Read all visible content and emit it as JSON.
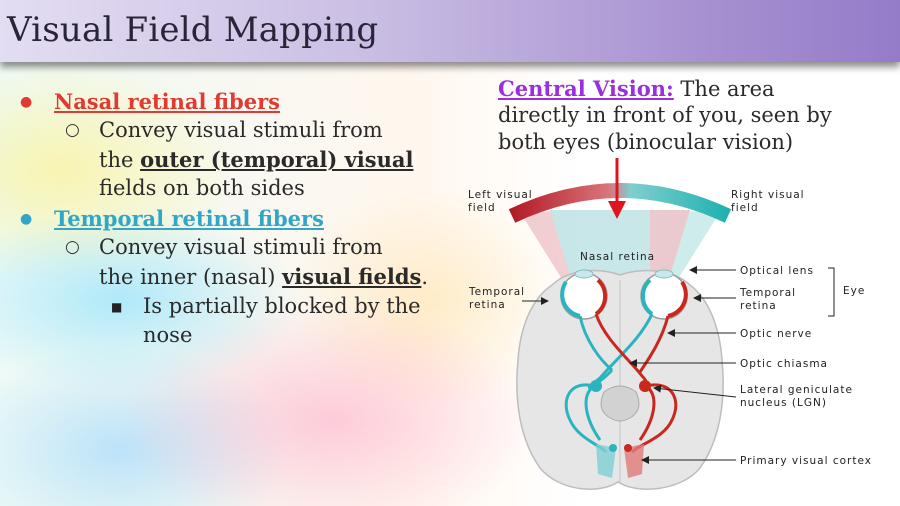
{
  "slide": {
    "title": "Visual Field Mapping",
    "bullets": {
      "nasal_marker": "●",
      "nasal_heading": "Nasal retinal fibers",
      "nasal_sub_marker": "○",
      "nasal_sub_line1": "Convey visual stimuli from",
      "nasal_sub_line2_pre": "the ",
      "nasal_sub_line2_bold": "outer (temporal) visual",
      "nasal_sub_line3": "fields on both sides",
      "temporal_marker": "●",
      "temporal_heading": "Temporal retinal fibers",
      "temporal_sub_marker": "○",
      "temporal_sub_line1": "Convey visual stimuli from",
      "temporal_sub_line2_pre": "the inner (nasal) ",
      "temporal_sub_line2_bold": "visual fields",
      "temporal_sub_line2_post": ".",
      "nose_marker": "■",
      "nose_line1": "Is partially blocked by the",
      "nose_line2": "nose"
    },
    "central_vision": {
      "label": "Central Vision:",
      "line1_rest": " The area",
      "line2": "directly in front of you, seen by",
      "line3": "both eyes (binocular vision)"
    }
  },
  "diagram": {
    "labels": {
      "left_field_1": "Left visual",
      "left_field_2": "field",
      "right_field_1": "Right visual",
      "right_field_2": "field",
      "nasal_retina": "Nasal retina",
      "temporal_retina_left_1": "Temporal",
      "temporal_retina_left_2": "retina",
      "optical_lens": "Optical lens",
      "temporal_retina_right_1": "Temporal",
      "temporal_retina_right_2": "retina",
      "eye": "Eye",
      "optic_nerve": "Optic nerve",
      "optic_chiasma": "Optic chiasma",
      "lgn_1": "Lateral geniculate",
      "lgn_2": "nucleus (LGN)",
      "primary_visual_cortex": "Primary visual cortex"
    },
    "colors": {
      "left_field": "#c0202a",
      "right_field": "#2cb4b4",
      "red_pathway": "#c8281e",
      "teal_pathway": "#2ab4c0",
      "arrow": "#e0141e",
      "brain": "#e6e6e6"
    }
  }
}
